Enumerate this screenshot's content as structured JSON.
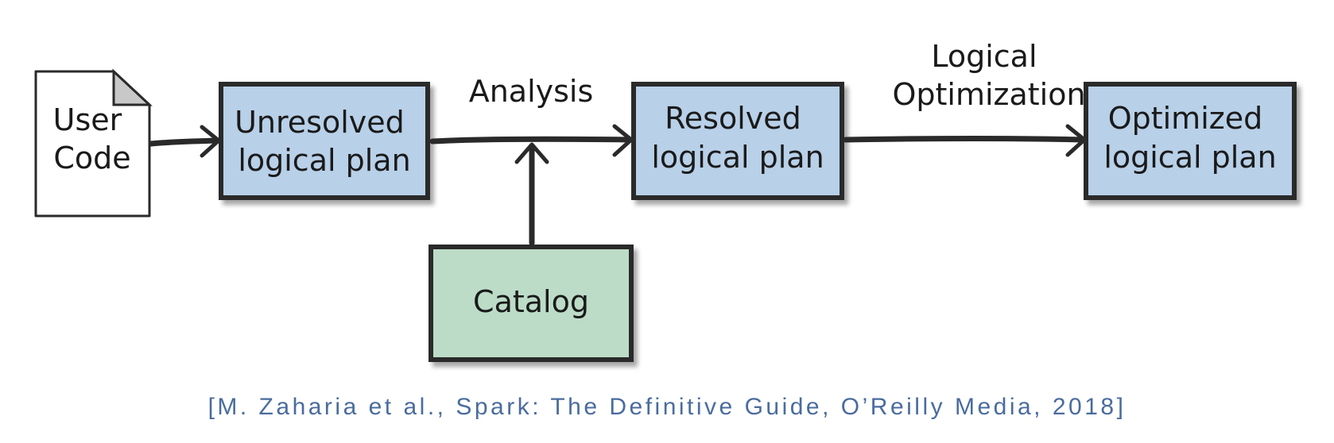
{
  "diagram": {
    "nodes": {
      "user_code": [
        "User",
        "Code"
      ],
      "unresolved": [
        "Unresolved",
        "logical plan"
      ],
      "resolved": [
        "Resolved",
        "logical plan"
      ],
      "optimized": [
        "Optimized",
        "logical plan"
      ],
      "catalog": [
        "Catalog"
      ]
    },
    "edges": {
      "analysis": [
        "Analysis"
      ],
      "logical_optimization": [
        "Logical",
        "Optimization"
      ]
    },
    "colors": {
      "plan_fill": "#b8d0e8",
      "catalog_fill": "#bcdcc8",
      "document_fill": "#ffffff",
      "stroke": "#2a2a2a",
      "citation_text": "#4a6c9e"
    }
  },
  "citation": "[M. Zaharia et al., Spark:  The Definitive Guide, O’Reilly Media, 2018]"
}
